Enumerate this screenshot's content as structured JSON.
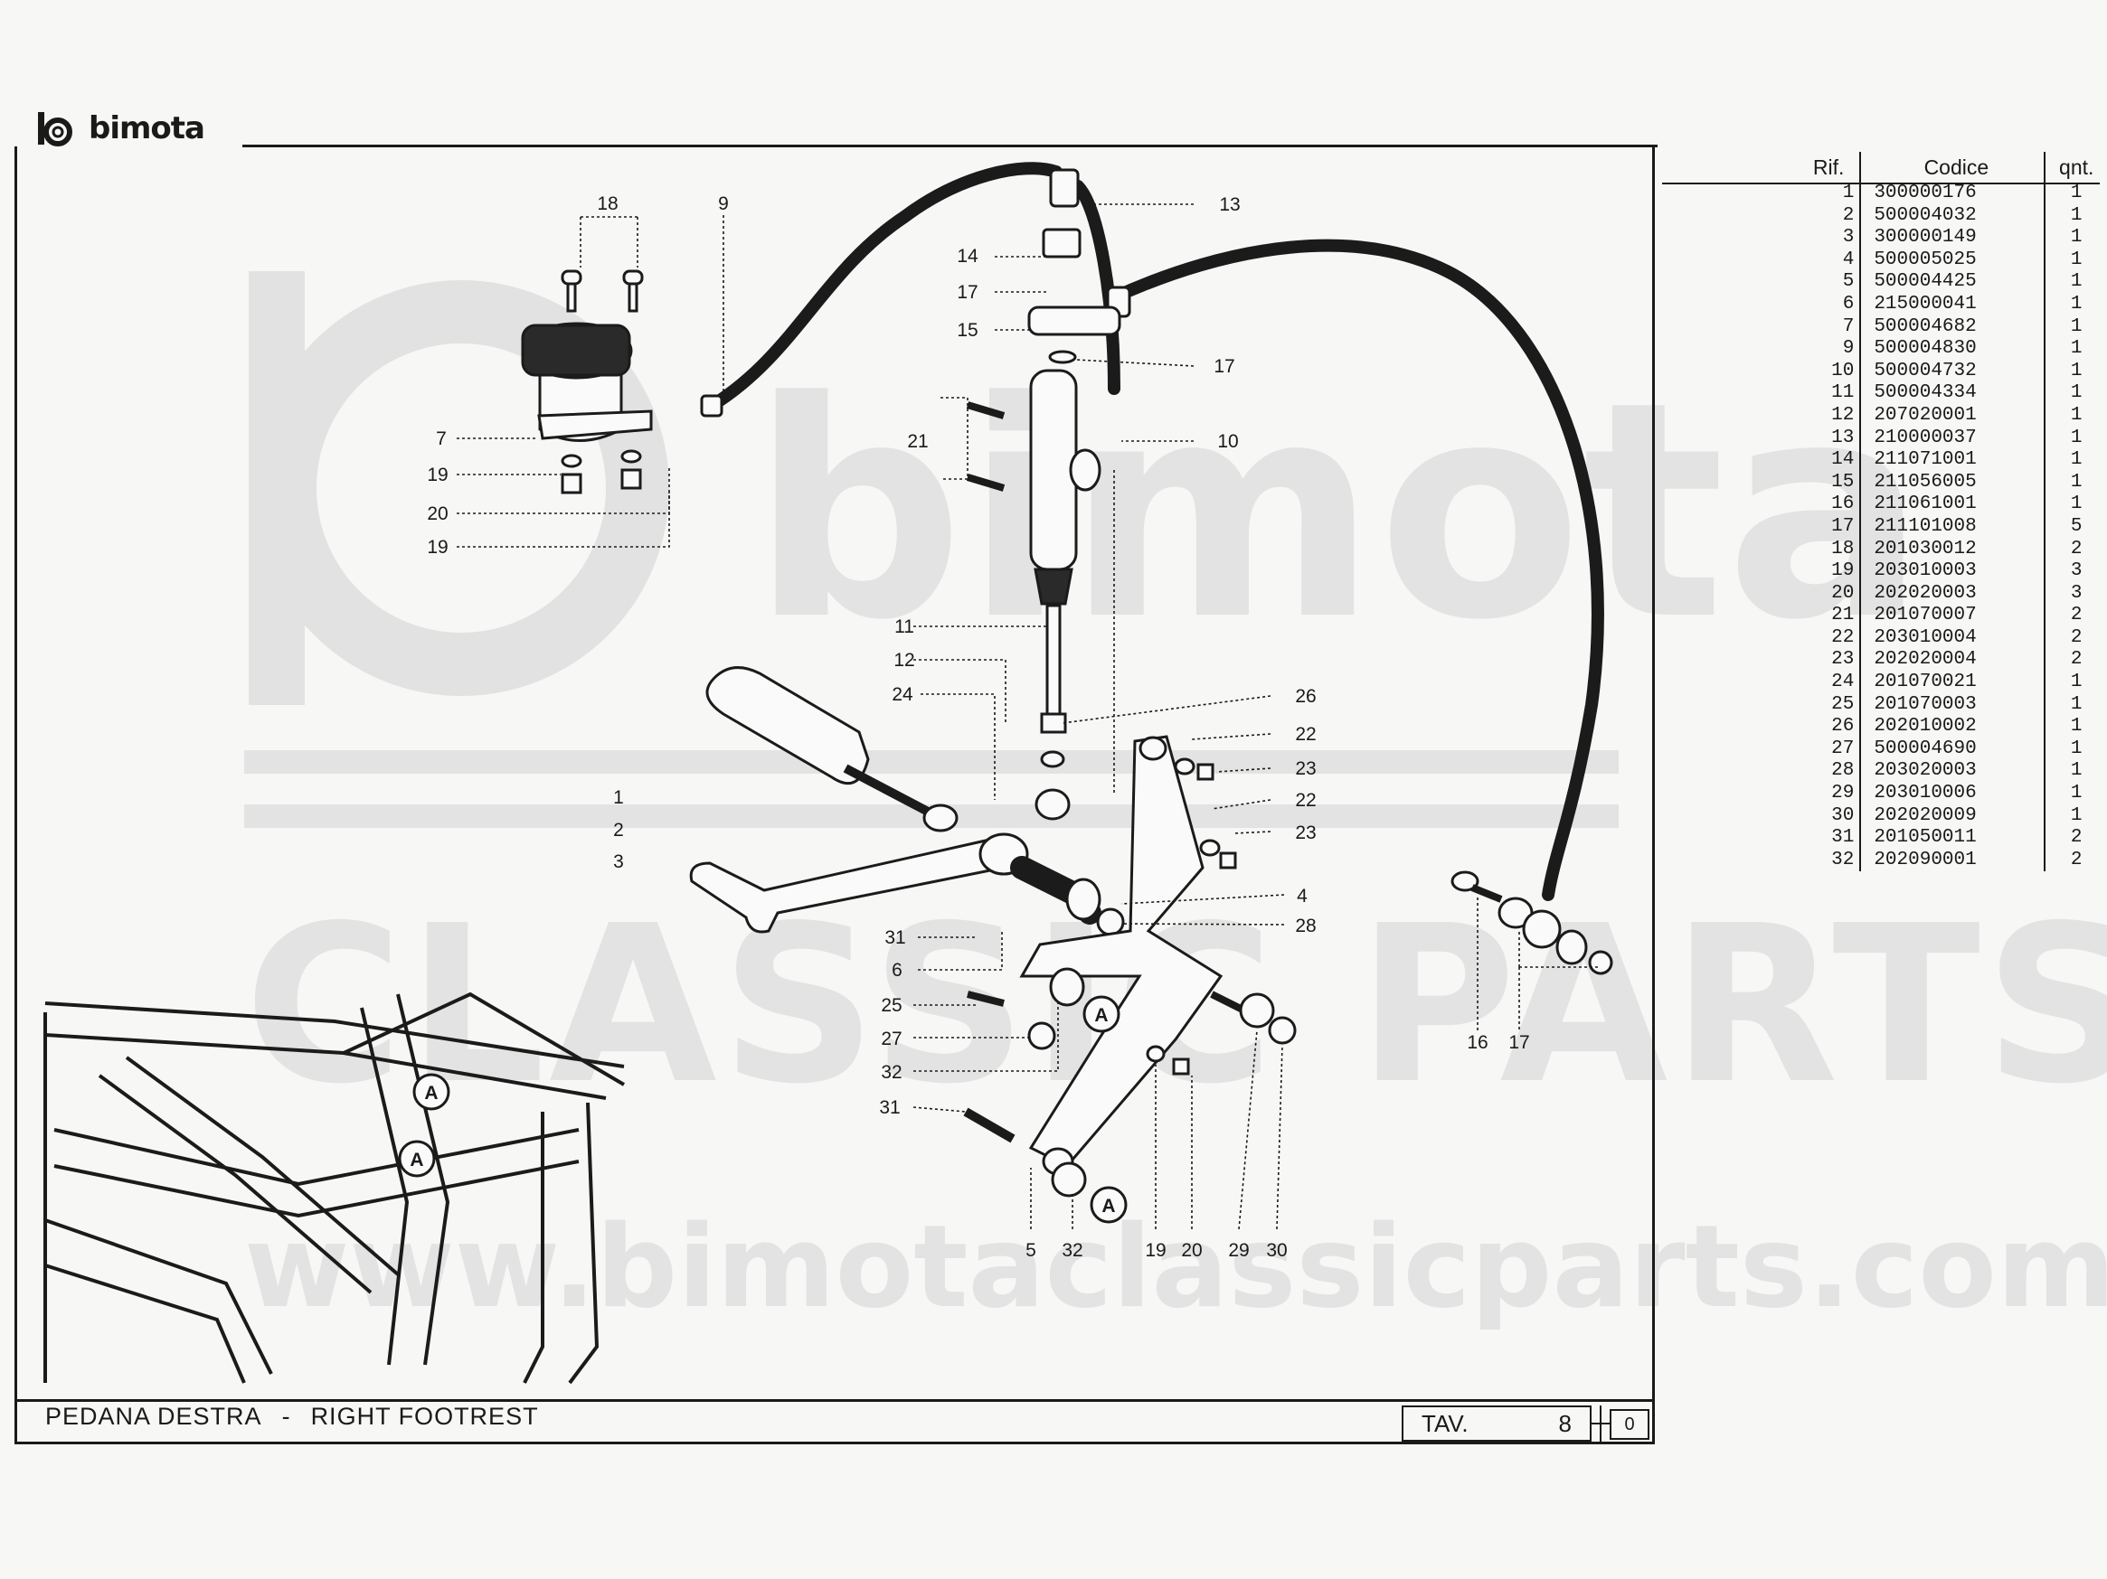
{
  "brand": {
    "logo_text": "bimota"
  },
  "watermark": {
    "logo_word": "bimota",
    "line1": "CLASSIC PARTS",
    "line2": "www.bimotaclassicparts.com"
  },
  "title_block": {
    "italian": "PEDANA DESTRA",
    "separator": "-",
    "english": "RIGHT FOOTREST",
    "tav_label": "TAV.",
    "tav_number": "8",
    "revision": "0"
  },
  "callouts": [
    {
      "id": "c18",
      "text": "18"
    },
    {
      "id": "c9",
      "text": "9"
    },
    {
      "id": "c13",
      "text": "13"
    },
    {
      "id": "c14",
      "text": "14"
    },
    {
      "id": "c17a",
      "text": "17"
    },
    {
      "id": "c15",
      "text": "15"
    },
    {
      "id": "c17b",
      "text": "17"
    },
    {
      "id": "c7",
      "text": "7"
    },
    {
      "id": "c19a",
      "text": "19"
    },
    {
      "id": "c20a",
      "text": "20"
    },
    {
      "id": "c19b",
      "text": "19"
    },
    {
      "id": "c21",
      "text": "21"
    },
    {
      "id": "c10",
      "text": "10"
    },
    {
      "id": "c11",
      "text": "11"
    },
    {
      "id": "c12",
      "text": "12"
    },
    {
      "id": "c24",
      "text": "24"
    },
    {
      "id": "c26",
      "text": "26"
    },
    {
      "id": "c22a",
      "text": "22"
    },
    {
      "id": "c23a",
      "text": "23"
    },
    {
      "id": "c22b",
      "text": "22"
    },
    {
      "id": "c23b",
      "text": "23"
    },
    {
      "id": "c1",
      "text": "1"
    },
    {
      "id": "c2",
      "text": "2"
    },
    {
      "id": "c3",
      "text": "3"
    },
    {
      "id": "c4",
      "text": "4"
    },
    {
      "id": "c28",
      "text": "28"
    },
    {
      "id": "c31a",
      "text": "31"
    },
    {
      "id": "c6",
      "text": "6"
    },
    {
      "id": "c25",
      "text": "25"
    },
    {
      "id": "c27",
      "text": "27"
    },
    {
      "id": "c32a",
      "text": "32"
    },
    {
      "id": "c31b",
      "text": "31"
    },
    {
      "id": "c5",
      "text": "5"
    },
    {
      "id": "c32b",
      "text": "32"
    },
    {
      "id": "c19c",
      "text": "19"
    },
    {
      "id": "c20b",
      "text": "20"
    },
    {
      "id": "c29",
      "text": "29"
    },
    {
      "id": "c30",
      "text": "30"
    },
    {
      "id": "c16",
      "text": "16"
    },
    {
      "id": "c17c",
      "text": "17"
    }
  ],
  "markers": [
    {
      "id": "mA1",
      "text": "A"
    },
    {
      "id": "mA2",
      "text": "A"
    },
    {
      "id": "mA3",
      "text": "A"
    },
    {
      "id": "mA4",
      "text": "A"
    }
  ],
  "parts_table": {
    "headers": {
      "rif": "Rif.",
      "codice": "Codice",
      "qnt": "qnt."
    },
    "rows": [
      {
        "rif": "1",
        "codice": "300000176",
        "qnt": "1"
      },
      {
        "rif": "2",
        "codice": "500004032",
        "qnt": "1"
      },
      {
        "rif": "3",
        "codice": "300000149",
        "qnt": "1"
      },
      {
        "rif": "4",
        "codice": "500005025",
        "qnt": "1"
      },
      {
        "rif": "5",
        "codice": "500004425",
        "qnt": "1"
      },
      {
        "rif": "6",
        "codice": "215000041",
        "qnt": "1"
      },
      {
        "rif": "7",
        "codice": "500004682",
        "qnt": "1"
      },
      {
        "rif": "9",
        "codice": "500004830",
        "qnt": "1"
      },
      {
        "rif": "10",
        "codice": "500004732",
        "qnt": "1"
      },
      {
        "rif": "11",
        "codice": "500004334",
        "qnt": "1"
      },
      {
        "rif": "12",
        "codice": "207020001",
        "qnt": "1"
      },
      {
        "rif": "13",
        "codice": "210000037",
        "qnt": "1"
      },
      {
        "rif": "14",
        "codice": "211071001",
        "qnt": "1"
      },
      {
        "rif": "15",
        "codice": "211056005",
        "qnt": "1"
      },
      {
        "rif": "16",
        "codice": "211061001",
        "qnt": "1"
      },
      {
        "rif": "17",
        "codice": "211101008",
        "qnt": "5"
      },
      {
        "rif": "18",
        "codice": "201030012",
        "qnt": "2"
      },
      {
        "rif": "19",
        "codice": "203010003",
        "qnt": "3"
      },
      {
        "rif": "20",
        "codice": "202020003",
        "qnt": "3"
      },
      {
        "rif": "21",
        "codice": "201070007",
        "qnt": "2"
      },
      {
        "rif": "22",
        "codice": "203010004",
        "qnt": "2"
      },
      {
        "rif": "23",
        "codice": "202020004",
        "qnt": "2"
      },
      {
        "rif": "24",
        "codice": "201070021",
        "qnt": "1"
      },
      {
        "rif": "25",
        "codice": "201070003",
        "qnt": "1"
      },
      {
        "rif": "26",
        "codice": "202010002",
        "qnt": "1"
      },
      {
        "rif": "27",
        "codice": "500004690",
        "qnt": "1"
      },
      {
        "rif": "28",
        "codice": "203020003",
        "qnt": "1"
      },
      {
        "rif": "29",
        "codice": "203010006",
        "qnt": "1"
      },
      {
        "rif": "30",
        "codice": "202020009",
        "qnt": "1"
      },
      {
        "rif": "31",
        "codice": "201050011",
        "qnt": "2"
      },
      {
        "rif": "32",
        "codice": "202090001",
        "qnt": "2"
      }
    ]
  }
}
